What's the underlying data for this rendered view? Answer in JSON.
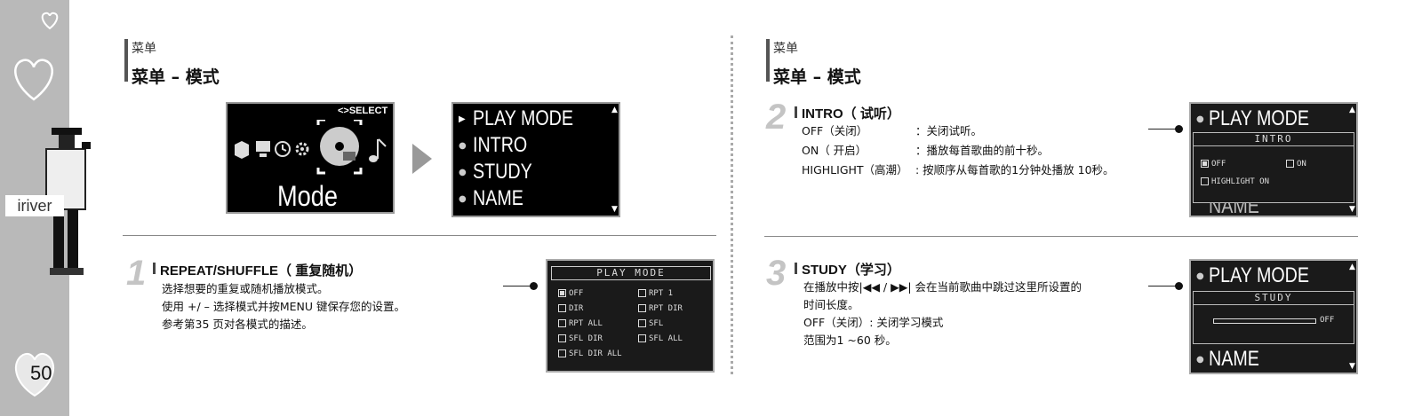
{
  "sidebar": {
    "brand": "iriver",
    "page_number": "50"
  },
  "left": {
    "header_small": "菜单",
    "header_big": "菜单 – 模式",
    "mode_screen": {
      "select_label": "<>SELECT",
      "mode_label": "Mode"
    },
    "menu_screen": {
      "items": [
        "PLAY MODE",
        "INTRO",
        "STUDY",
        "NAME"
      ]
    },
    "section1": {
      "number": "1",
      "title": "REPEAT/SHUFFLE（ 重复随机）",
      "lines": [
        "选择想要的重复或随机播放模式。",
        "使用 +/ – 选择模式并按MENU  键保存您的设置。",
        "参考第35 页对各模式的描述。"
      ],
      "screen": {
        "title": "PLAY MODE",
        "options": [
          "OFF",
          "RPT 1",
          "DIR",
          "RPT DIR",
          "RPT ALL",
          "SFL",
          "SFL DIR",
          "SFL ALL",
          "SFL DIR ALL"
        ],
        "selected": "OFF"
      }
    }
  },
  "right": {
    "header_small": "菜单",
    "header_big": "菜单 – 模式",
    "section2": {
      "number": "2",
      "title": "INTRO（ 试听）",
      "rows": [
        {
          "label": "OFF（关闭）",
          "desc": "：关闭试听。"
        },
        {
          "label": "ON（ 开启）",
          "desc": "：播放每首歌曲的前十秒。"
        },
        {
          "label": "HIGHLIGHT（高潮）",
          "desc": ": 按顺序从每首歌的1分钟处播放 10秒。"
        }
      ],
      "screen": {
        "top": "PLAY MODE",
        "title": "INTRO",
        "opt_off": "OFF",
        "opt_on": "ON",
        "opt_highlight": "HIGHLIGHT ON",
        "bottom": "NAME"
      }
    },
    "section3": {
      "number": "3",
      "title": "STUDY（学习）",
      "lines": [
        "在播放中按|◀◀ / ▶▶| 会在当前歌曲中跳过这里所设置的",
        "时间长度。",
        "OFF（关闭）: 关闭学习模式",
        "范围为1 ~60 秒。"
      ],
      "screen": {
        "top": "PLAY MODE",
        "title": "STUDY",
        "value": "OFF",
        "bottom": "NAME"
      }
    }
  }
}
